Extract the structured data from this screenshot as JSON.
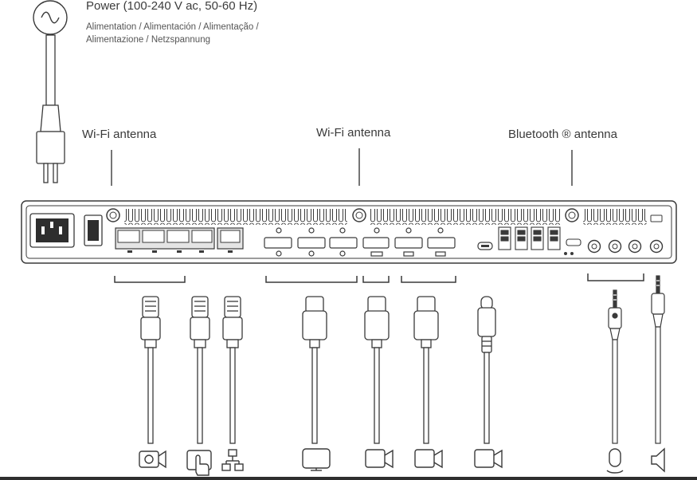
{
  "power": {
    "title": "Power (100-240 V ac, 50-60 Hz)",
    "subtitle_line1": "Alimentation / Alimentación / Alimentação /",
    "subtitle_line2": "Alimentazione / Netzspannung"
  },
  "antennas": {
    "wifi_left": "Wi-Fi antenna",
    "wifi_center": "Wi-Fi antenna",
    "bluetooth": "Bluetooth ® antenna"
  },
  "peripherals": [
    {
      "id": "camera-1",
      "connector": "ethernet",
      "icon": "camera-icon"
    },
    {
      "id": "touch-controller",
      "connector": "ethernet",
      "icon": "touch-controller-icon"
    },
    {
      "id": "network",
      "connector": "ethernet",
      "icon": "network-icon"
    },
    {
      "id": "display",
      "connector": "hdmi",
      "icon": "display-icon"
    },
    {
      "id": "camera-2",
      "connector": "hdmi",
      "icon": "camera-icon"
    },
    {
      "id": "camera-3",
      "connector": "hdmi",
      "icon": "camera-icon"
    },
    {
      "id": "camera-4",
      "connector": "usb-c",
      "icon": "camera-icon"
    },
    {
      "id": "microphone",
      "connector": "audio-jack",
      "icon": "microphone-icon"
    },
    {
      "id": "speaker",
      "connector": "audio-jack",
      "icon": "speaker-icon"
    }
  ],
  "colors": {
    "line": "#3a3a3a",
    "device_fill": "#ffffff",
    "port_fill": "#e4e4e4"
  }
}
